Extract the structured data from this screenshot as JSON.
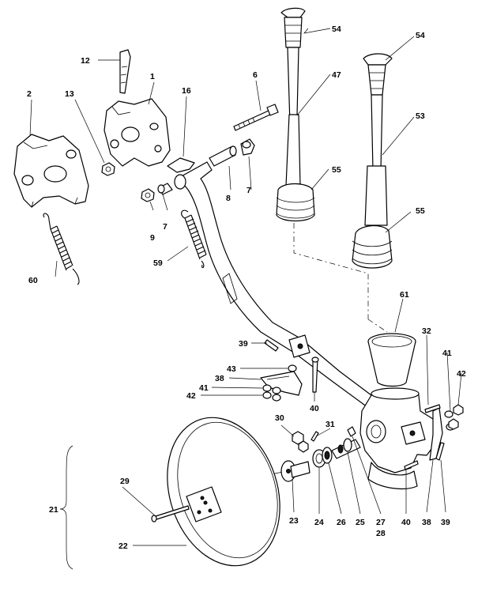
{
  "callouts": {
    "c1": "1",
    "c2": "2",
    "c6": "6",
    "c7a": "7",
    "c7b": "7",
    "c8": "8",
    "c9": "9",
    "c12": "12",
    "c13": "13",
    "c16": "16",
    "c21": "21",
    "c22": "22",
    "c23": "23",
    "c24": "24",
    "c25": "25",
    "c26": "26",
    "c27": "27",
    "c28": "28",
    "c29": "29",
    "c30": "30",
    "c31": "31",
    "c32": "32",
    "c38a": "38",
    "c38b": "38",
    "c39a": "39",
    "c39b": "39",
    "c40a": "40",
    "c40b": "40",
    "c41a": "41",
    "c41b": "41",
    "c42a": "42",
    "c42b": "42",
    "c43": "43",
    "c47": "47",
    "c53": "53",
    "c54a": "54",
    "c54b": "54",
    "c55a": "55",
    "c55b": "55",
    "c59": "59",
    "c60": "60",
    "c61": "61"
  },
  "colors": {
    "line": "#000000",
    "background": "#ffffff"
  }
}
